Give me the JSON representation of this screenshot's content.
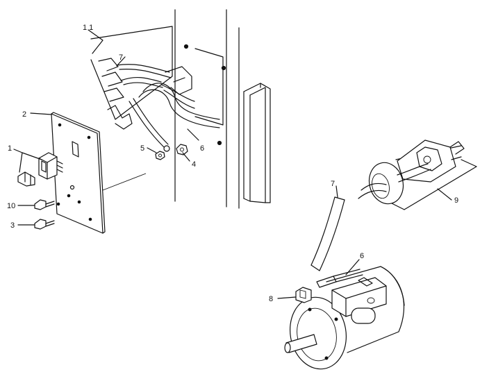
{
  "callouts": {
    "c1": "1",
    "c2": "2",
    "c3": "3",
    "c4": "4",
    "c5": "5",
    "c6_upper": "6",
    "c6_lower": "6",
    "c7_upper": "7",
    "c7_lower": "7",
    "c8": "8",
    "c9": "9",
    "c10": "10",
    "c11": "1 1"
  }
}
